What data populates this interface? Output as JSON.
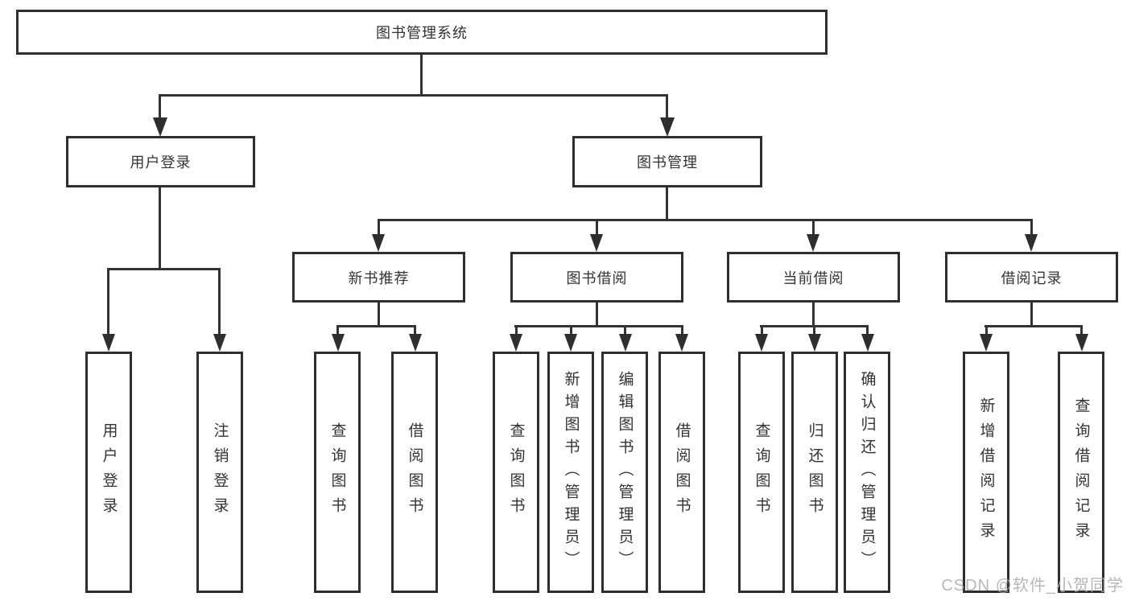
{
  "diagram": {
    "root": {
      "label": "图书管理系统"
    },
    "branches": [
      {
        "label": "用户登录",
        "children": [
          {
            "label": "用户登录"
          },
          {
            "label": "注销登录"
          }
        ]
      },
      {
        "label": "图书管理",
        "children": [
          {
            "label": "新书推荐",
            "children": [
              {
                "label": "查询图书"
              },
              {
                "label": "借阅图书"
              }
            ]
          },
          {
            "label": "图书借阅",
            "children": [
              {
                "label": "查询图书"
              },
              {
                "label": "新增图书（管理员）"
              },
              {
                "label": "编辑图书（管理员）"
              },
              {
                "label": "借阅图书"
              }
            ]
          },
          {
            "label": "当前借阅",
            "children": [
              {
                "label": "查询图书"
              },
              {
                "label": "归还图书"
              },
              {
                "label": "确认归还（管理员）"
              }
            ]
          },
          {
            "label": "借阅记录",
            "children": [
              {
                "label": "新增借阅记录"
              },
              {
                "label": "查询借阅记录"
              }
            ]
          }
        ]
      }
    ]
  },
  "watermark": {
    "text": "CSDN @软件_小贺同学"
  },
  "colors": {
    "line": "#333333",
    "box_border": "#2e2e2e",
    "text": "#333333",
    "background": "#ffffff",
    "watermark": "#ababab"
  }
}
